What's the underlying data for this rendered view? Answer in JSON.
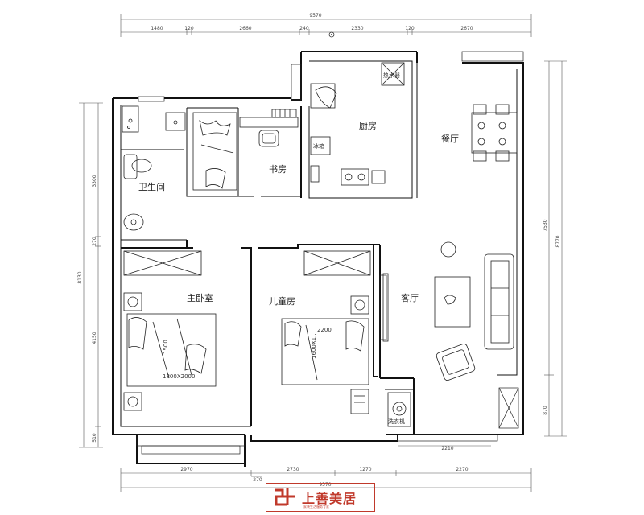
{
  "dimensions": {
    "top_total": "9570",
    "top_segments": [
      "1480",
      "120",
      "2660",
      "240",
      "2330",
      "120",
      "2670"
    ],
    "bottom_segments": [
      "2970",
      "2730",
      "1270",
      "2270"
    ],
    "bottom_small": "270",
    "bottom_total": "9570",
    "left_upper": "3300",
    "left_mid": "270",
    "left_lower": "4150",
    "left_bottom": "510",
    "left_total": "8130",
    "right_upper": "7530",
    "right_lower": "870",
    "right_total": "8770",
    "living_bottom": "2210",
    "master_bed": "1800X2000",
    "master_bed_w": "1500",
    "kid_bed": "1600X1..",
    "kid_bed_w": "2200"
  },
  "rooms": {
    "bathroom": "卫生间",
    "study": "书房",
    "kitchen": "厨房",
    "dining": "餐厅",
    "master_bedroom": "主卧室",
    "kids_room": "儿童房",
    "living_room": "客厅"
  },
  "fixtures": {
    "fridge": "冰箱",
    "washer": "洗衣机",
    "heater": "热水器"
  },
  "logo": {
    "name": "上善美居",
    "sub": "家装生活服务专家"
  }
}
